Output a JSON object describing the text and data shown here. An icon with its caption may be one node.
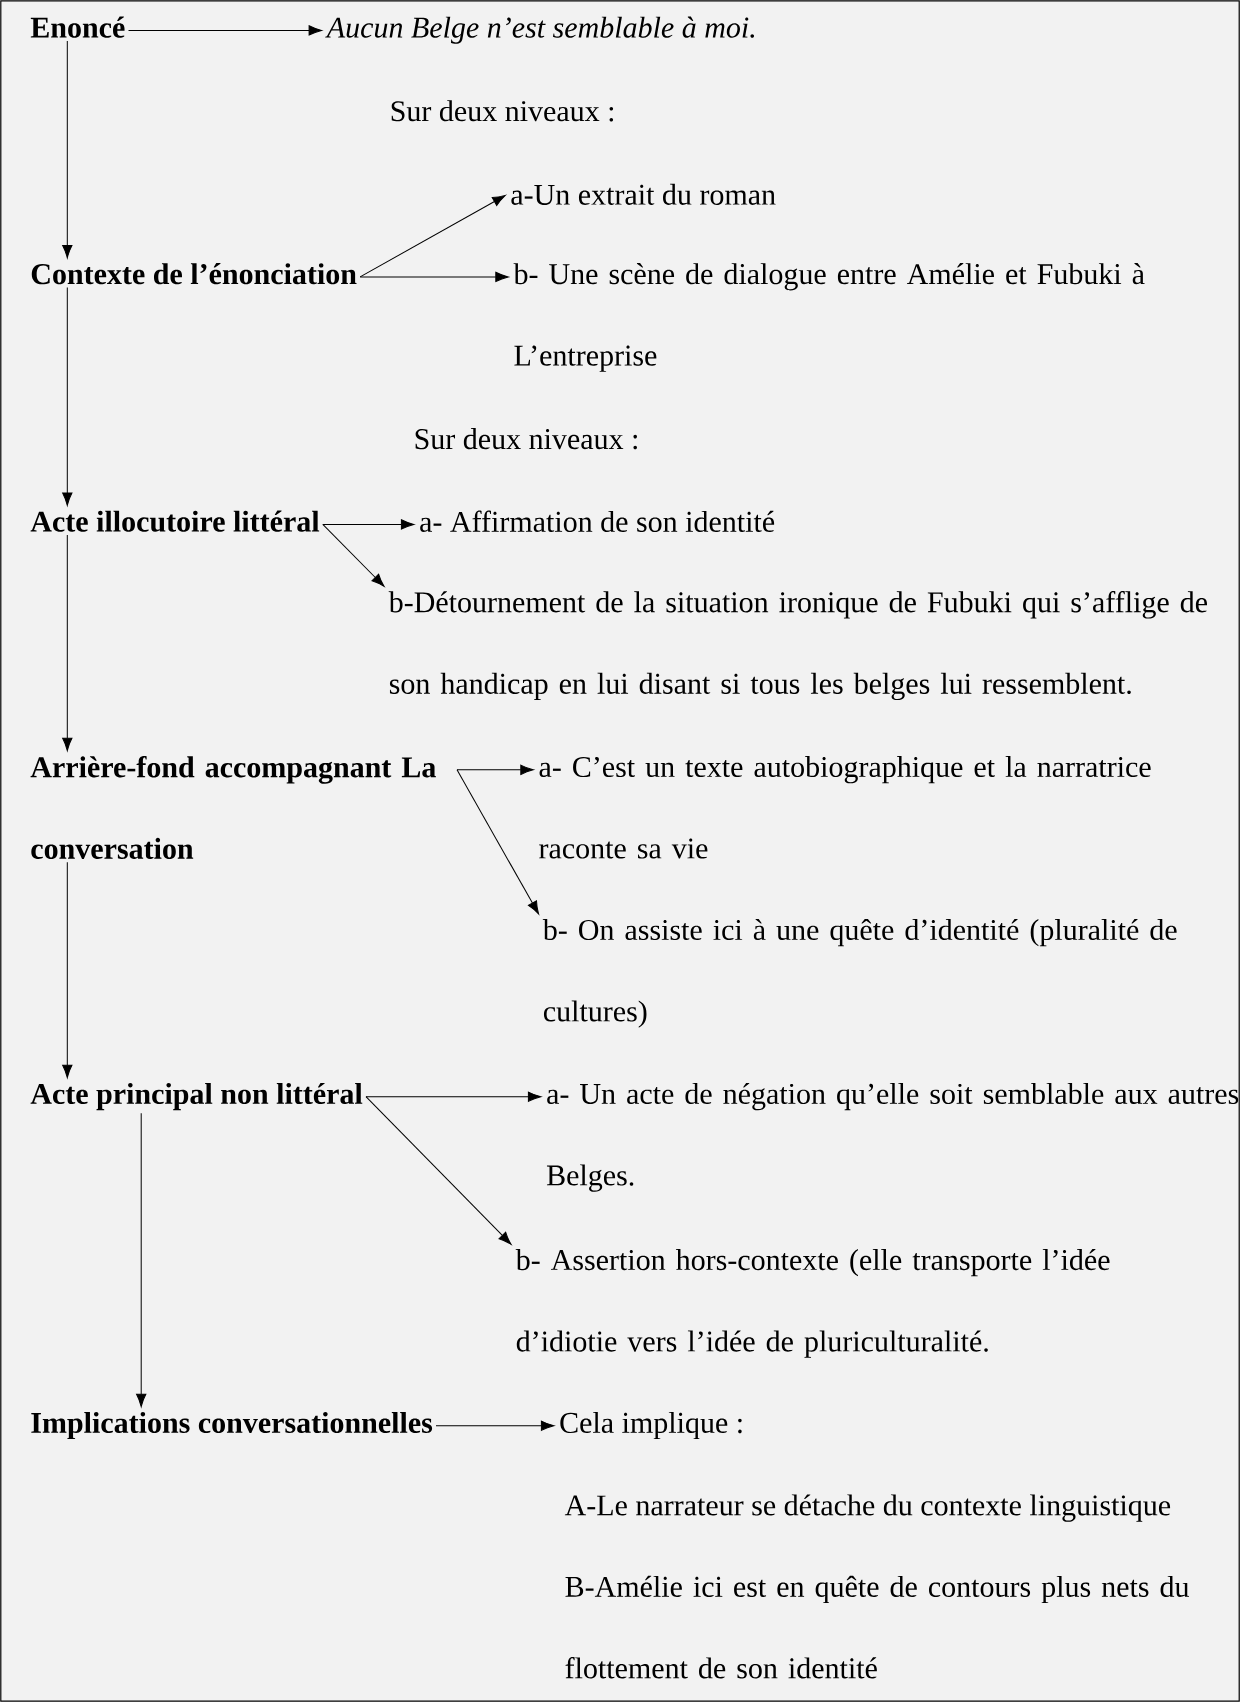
{
  "diagram": {
    "nodes": [
      {
        "text": [
          "Enoncé"
        ]
      },
      {
        "text": [
          "Aucun Belge n’est semblable à moi."
        ]
      },
      {
        "text": [
          "Contexte de l’énonciation"
        ]
      },
      {
        "text": [
          "a-Un extrait du roman"
        ]
      },
      {
        "text": [
          "b- Une scène de dialogue entre Amélie et Fubuki à L’entreprise"
        ]
      },
      {
        "text": [
          "Acte illocutoire littéral"
        ]
      },
      {
        "text": [
          "a- Affirmation de son identité"
        ]
      },
      {
        "text": [
          "b-Détournement de la situation ironique de Fubuki qui s’afflige de son handicap en lui disant si tous les belges lui ressemblent."
        ]
      },
      {
        "text": [
          "Arrière-fond accompagnant La conversation"
        ]
      },
      {
        "text": [
          "a- C’est un texte autobiographique et la narratrice raconte sa vie"
        ]
      },
      {
        "text": [
          "b- On assiste ici à une quête d’identité (pluralité de cultures)"
        ]
      },
      {
        "text": [
          "Acte principal non littéral"
        ]
      },
      {
        "text": [
          "a- Un acte de négation qu’elle soit semblable aux autres Belges."
        ]
      },
      {
        "text": [
          "b- Assertion hors-contexte (elle transporte l’idée d’idiotie vers l’idée de pluriculturalité."
        ]
      },
      {
        "text": [
          "Implications conversationnelles"
        ]
      },
      {
        "text": [
          "Cela implique :"
        ]
      }
    ],
    "edges": [
      {
        "from": 0,
        "to": 1,
        "arrow": "to"
      },
      {
        "from": 0,
        "to": 2,
        "arrow": "to"
      },
      {
        "from": 2,
        "to": 3,
        "arrow": "to"
      },
      {
        "from": 2,
        "to": 4,
        "arrow": "to"
      },
      {
        "from": 2,
        "to": 5,
        "arrow": "to"
      },
      {
        "from": 5,
        "to": 6,
        "arrow": "to"
      },
      {
        "from": 5,
        "to": 7,
        "arrow": "to"
      },
      {
        "from": 5,
        "to": 8,
        "arrow": "to"
      },
      {
        "from": 8,
        "to": 9,
        "arrow": "to"
      },
      {
        "from": 8,
        "to": 10,
        "arrow": "to"
      },
      {
        "from": 8,
        "to": 11,
        "arrow": "to"
      },
      {
        "from": 11,
        "to": 12,
        "arrow": "to"
      },
      {
        "from": 11,
        "to": 13,
        "arrow": "to"
      },
      {
        "from": 11,
        "to": 14,
        "arrow": "to"
      },
      {
        "from": 14,
        "to": 15,
        "arrow": "to"
      }
    ],
    "labels": [
      "Sur deux niveaux :",
      "Sur deux niveaux :",
      "A-Le narrateur se détache du contexte linguistique",
      "B-Amélie ici est en quête de contours plus nets du flottement de son identité"
    ]
  }
}
